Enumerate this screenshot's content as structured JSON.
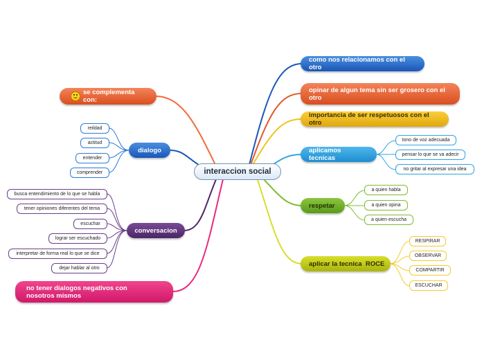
{
  "root": {
    "label": "interaccion social"
  },
  "branches": {
    "relacionamos": {
      "label": "como nos relacionamos con el otro",
      "color": "#1a56b8"
    },
    "opinar": {
      "label": "opinar de algun tema sin ser grosero con el otro",
      "color": "#d94e1f"
    },
    "importancia": {
      "label": "importancia de ser respetuosos con el otro",
      "color": "#e0a70c"
    },
    "aplicamos": {
      "label": "aplicamos tecnicas",
      "color": "#2fa3e0",
      "leaves": [
        "tono de voz adecuada",
        "pensar lo que se va adecir",
        "no gritar al expresar una idea"
      ]
    },
    "respetar": {
      "label": "respetar",
      "color": "#5a9a1a",
      "leaves": [
        "a quien habla",
        "a quien opina",
        "a quien escucha"
      ]
    },
    "roce": {
      "label": "aplicar la tecnica  ROCE",
      "color": "#aab40d",
      "leaves": [
        "RESPIRAR",
        "OBSERVAR",
        "COMPARTIR",
        "ESCUCHAR"
      ]
    },
    "complementa": {
      "label": "se complementa con:",
      "icon": "smiley-icon",
      "color": "#d94e1f"
    },
    "dialogo": {
      "label": "dialogo",
      "color": "#1a56b8",
      "leaves": [
        "reildad",
        "actitud",
        "entender",
        "comprender"
      ]
    },
    "conversacion": {
      "label": "conversacion",
      "color": "#4b2566",
      "leaves": [
        "busca entendimiento de lo que se habla",
        "tener opiniones diferentes del tema",
        "escuchar",
        "lograr ser escuchado",
        "interpretar de forma real lo que se dice",
        "dejar hablar al otro"
      ]
    },
    "negativos": {
      "label": "no tener dialogos negativos con nosotros mismos",
      "color": "#d0186a"
    }
  }
}
